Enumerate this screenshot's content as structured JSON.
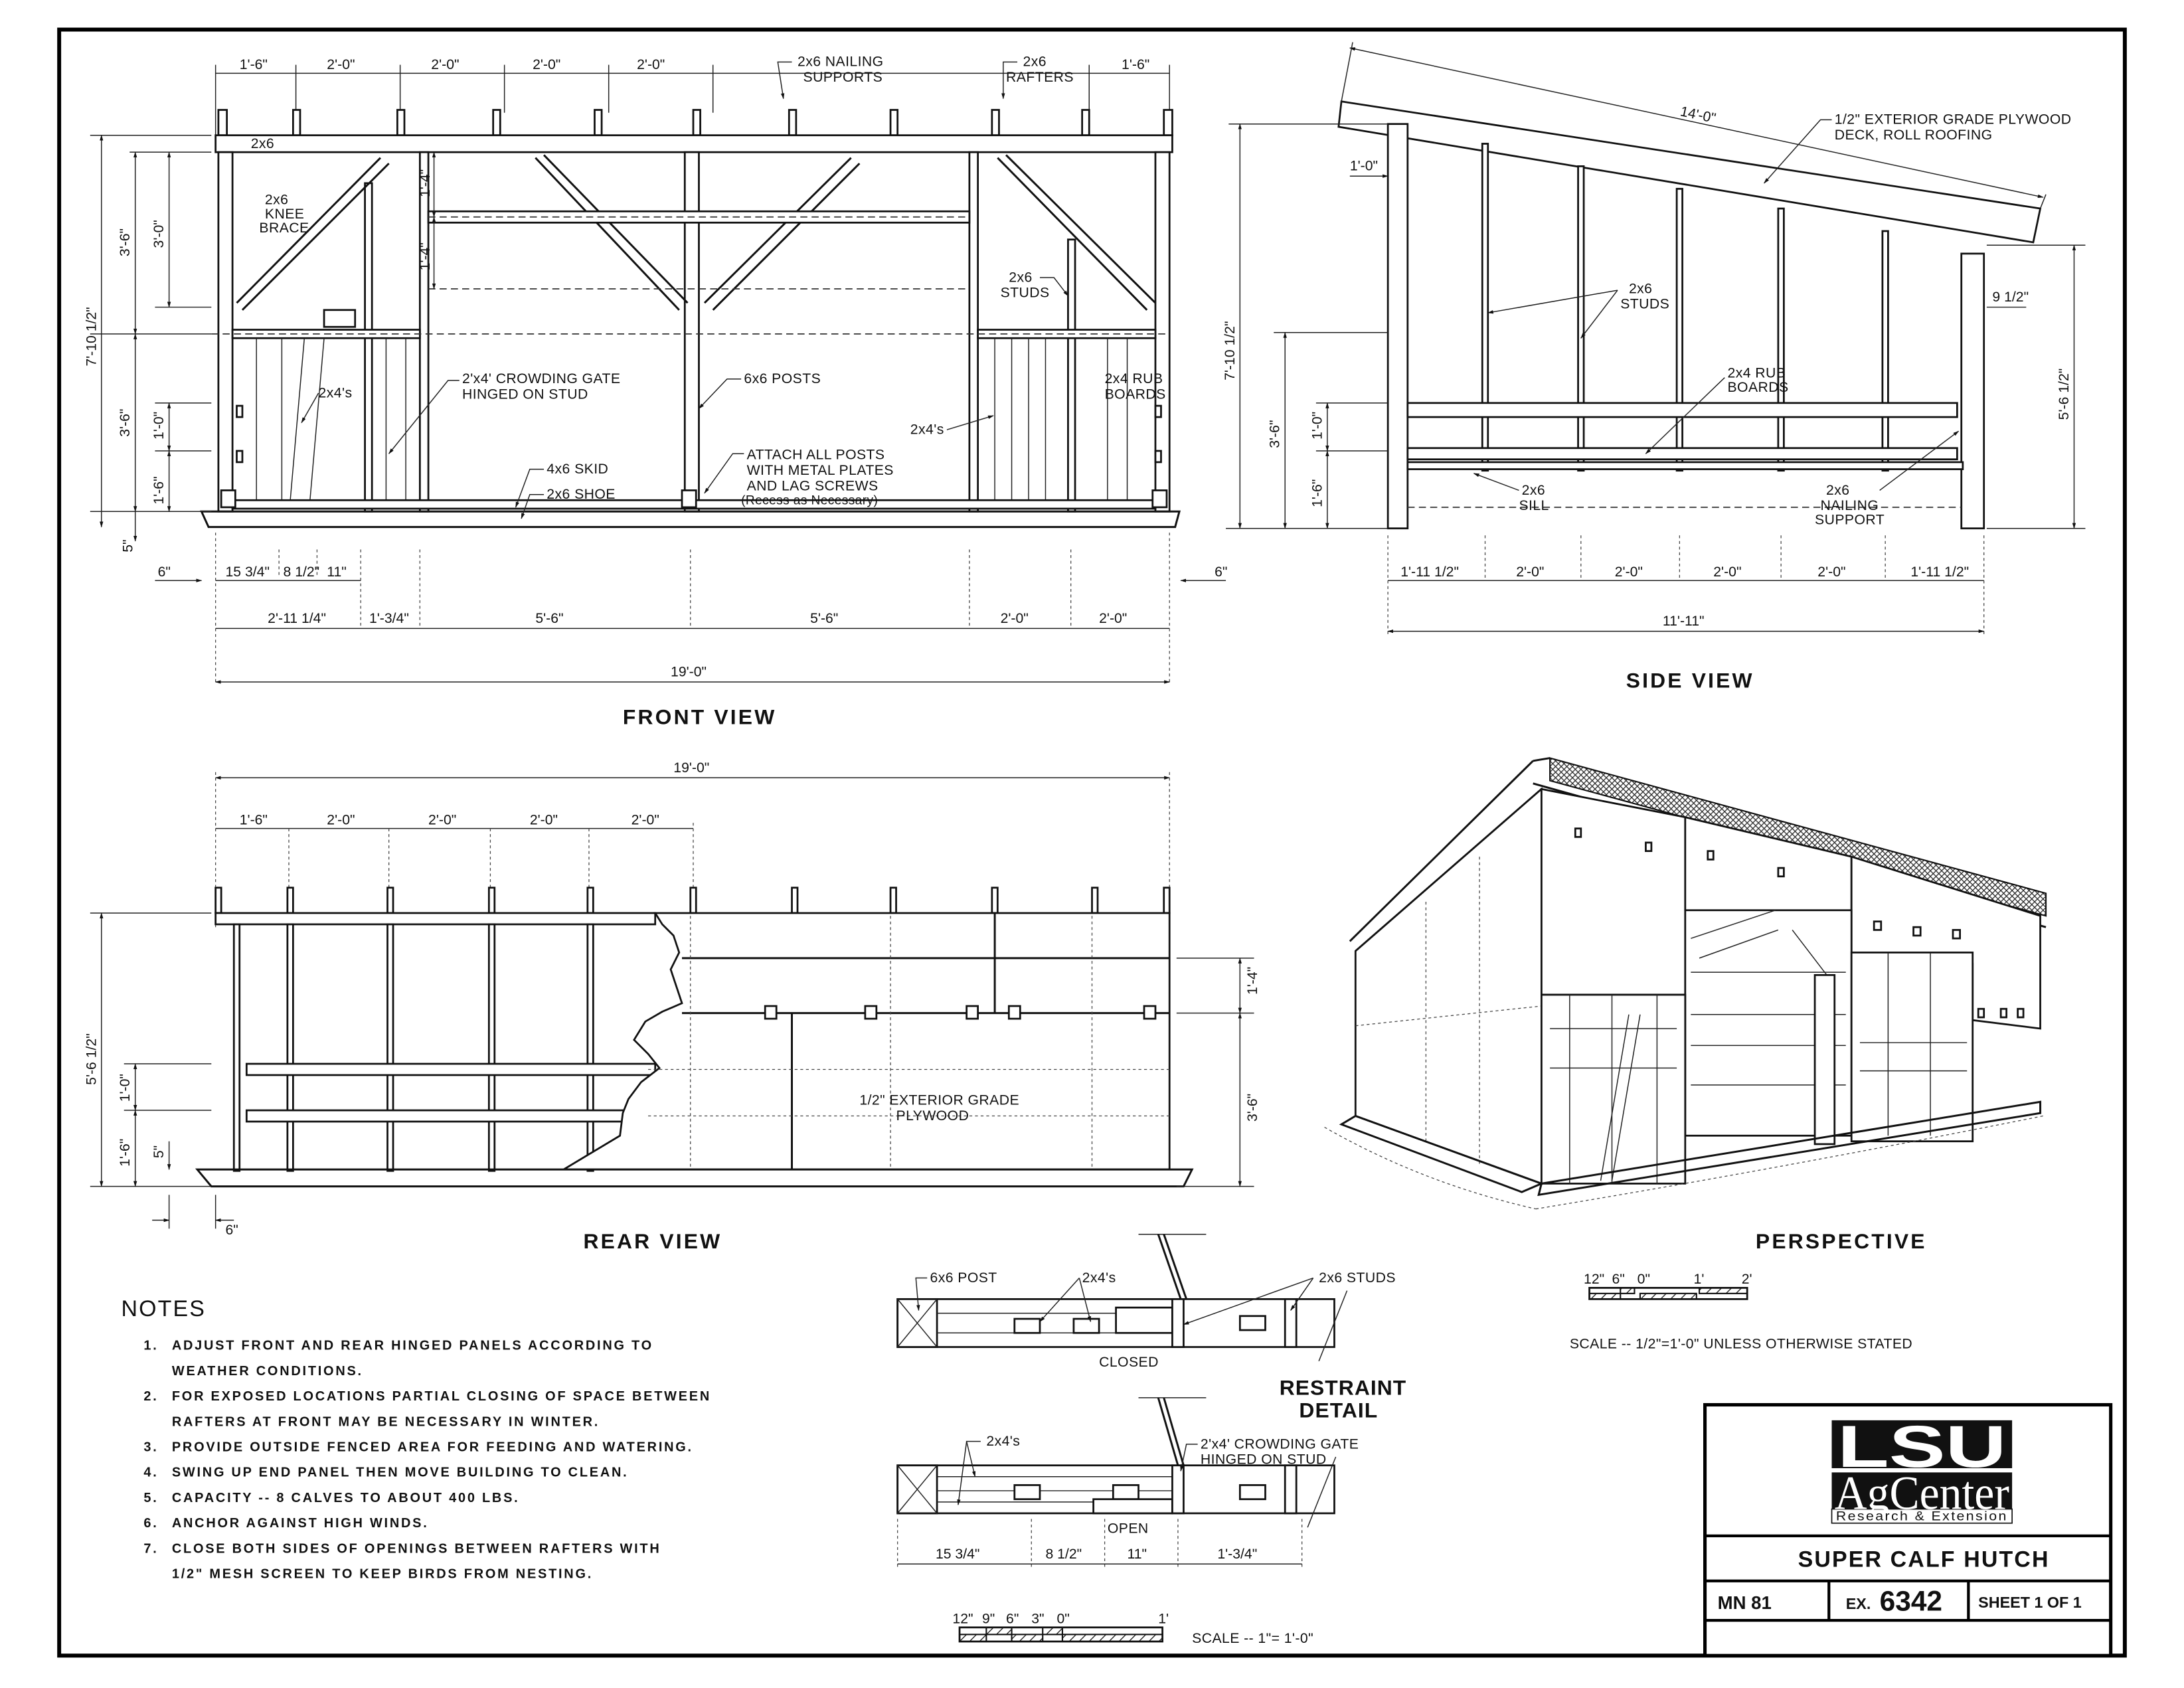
{
  "sheet": {
    "title": "SUPER CALF HUTCH",
    "drawing_number": "MN 81",
    "extension_number_prefix": "EX.",
    "extension_number": "6342",
    "sheet_label": "SHEET 1 OF 1",
    "logo": {
      "line1": "LSU",
      "line2": "AgCenter",
      "line3": "Research & Extension"
    },
    "scale_note": "SCALE -- 1/2\"=1'-0\" UNLESS OTHERWISE STATED"
  },
  "front_view": {
    "title": "FRONT VIEW",
    "top_dims": [
      "1'-6\"",
      "2'-0\"",
      "2'-0\"",
      "2'-0\"",
      "2'-0\"",
      "1'-6\""
    ],
    "labels": {
      "nailing_supports": [
        "2x6 NAILING",
        "SUPPORTS"
      ],
      "rafters": [
        "2x6",
        "RAFTERS"
      ],
      "top_plate": "2x6",
      "knee_brace": [
        "2x6",
        "KNEE",
        "BRACE"
      ],
      "studs": [
        "2x6",
        "STUDS"
      ],
      "crowding_gate": [
        "2'x4' CROWDING GATE",
        "HINGED ON STUD"
      ],
      "posts": "6x6 POSTS",
      "two_by_fours_left": "2x4's",
      "two_by_fours_right": "2x4's",
      "rub_boards": [
        "2x4 RUB",
        "BOARDS"
      ],
      "skid": "4x6 SKID",
      "shoe": "2x6 SHOE",
      "attach_note": [
        "ATTACH ALL POSTS",
        "WITH METAL PLATES",
        "AND LAG SCREWS",
        "(Recess as Necessary)"
      ]
    },
    "vertical_dims": {
      "overall": "7'-10 1/2\"",
      "upper": "3'-6\"",
      "upper_inner": "3'-0\"",
      "lower": "3'-6\"",
      "lower_mid": "1'-0\"",
      "lower_bottom": "1'-6\"",
      "gate_upper": "1'-4\"",
      "gate_lower": "1'-4\"",
      "skid": "5\""
    },
    "bottom_dims_row1": [
      "6\"",
      "15 3/4\"",
      "8 1/2\"",
      "11\"",
      "6\""
    ],
    "bottom_dims_row2": [
      "2'-11 1/4\"",
      "1'-3/4\"",
      "5'-6\"",
      "5'-6\"",
      "2'-0\"",
      "2'-0\""
    ],
    "overall_width": "19'-0\""
  },
  "side_view": {
    "title": "SIDE VIEW",
    "roof_length": "14'-0\"",
    "roof_note": [
      "1/2\" EXTERIOR GRADE PLYWOOD",
      "DECK, ROLL ROOFING"
    ],
    "overhang": "1'-0\"",
    "rear_drop": "9 1/2\"",
    "labels": {
      "studs": [
        "2x6",
        "STUDS"
      ],
      "rub_boards": [
        "2x4 RUB",
        "BOARDS"
      ],
      "sill": [
        "2x6",
        "SILL"
      ],
      "nailing_support": [
        "2x6",
        "NAILING",
        "SUPPORT"
      ]
    },
    "vertical_dims": {
      "overall": "7'-10 1/2\"",
      "lower": "3'-6\"",
      "mid": "1'-0\"",
      "bottom": "1'-6\"",
      "rear_height": "5'-6 1/2\""
    },
    "bottom_dims": [
      "1'-11 1/2\"",
      "2'-0\"",
      "2'-0\"",
      "2'-0\"",
      "2'-0\"",
      "1'-11 1/2\""
    ],
    "overall_depth": "11'-11\""
  },
  "rear_view": {
    "title": "REAR VIEW",
    "overall_width": "19'-0\"",
    "top_dims": [
      "1'-6\"",
      "2'-0\"",
      "2'-0\"",
      "2'-0\"",
      "2'-0\""
    ],
    "plywood_note": [
      "1/2\" EXTERIOR GRADE",
      "PLYWOOD"
    ],
    "vertical_dims": {
      "overall": "5'-6 1/2\"",
      "mid": "1'-0\"",
      "bottom": "1'-6\"",
      "skid": "5\"",
      "right_upper": "1'-4\"",
      "right_lower": "3'-6\""
    },
    "offset": "6\""
  },
  "perspective": {
    "title": "PERSPECTIVE",
    "scale_bar_ticks": [
      "12\"",
      "6\"",
      "0\"",
      "1'",
      "2'"
    ]
  },
  "restraint_detail": {
    "title": [
      "RESTRAINT",
      "DETAIL"
    ],
    "closed_label": "CLOSED",
    "open_label": "OPEN",
    "labels": {
      "post": "6x6 POST",
      "two_by_fours_closed": "2x4's",
      "studs": "2x6 STUDS",
      "two_by_fours_open": "2x4's",
      "gate": [
        "2'x4' CROWDING GATE",
        "HINGED ON STUD"
      ]
    },
    "dims": [
      "15 3/4\"",
      "8 1/2\"",
      "11\"",
      "1'-3/4\""
    ],
    "scale_bar_ticks": [
      "12\"",
      "9\"",
      "6\"",
      "3\"",
      "0\"",
      "1'"
    ],
    "scale_note": "SCALE -- 1\"= 1'-0\""
  },
  "notes": {
    "heading": "NOTES",
    "items": [
      {
        "num": "1.",
        "lines": [
          "ADJUST FRONT AND REAR HINGED PANELS ACCORDING TO",
          "WEATHER CONDITIONS."
        ]
      },
      {
        "num": "2.",
        "lines": [
          "FOR EXPOSED LOCATIONS PARTIAL CLOSING OF SPACE BETWEEN",
          "RAFTERS AT FRONT MAY BE NECESSARY IN WINTER."
        ]
      },
      {
        "num": "3.",
        "lines": [
          "PROVIDE OUTSIDE FENCED AREA FOR FEEDING AND WATERING."
        ]
      },
      {
        "num": "4.",
        "lines": [
          "SWING UP END PANEL THEN MOVE BUILDING TO CLEAN."
        ]
      },
      {
        "num": "5.",
        "lines": [
          "CAPACITY -- 8 CALVES TO ABOUT 400 LBS."
        ]
      },
      {
        "num": "6.",
        "lines": [
          "ANCHOR AGAINST HIGH WINDS."
        ]
      },
      {
        "num": "7.",
        "lines": [
          "CLOSE BOTH SIDES OF OPENINGS BETWEEN RAFTERS WITH",
          "1/2\" MESH SCREEN TO KEEP BIRDS FROM NESTING."
        ]
      }
    ]
  },
  "colors": {
    "ink": "#111111",
    "paper": "#ffffff",
    "logo_bg": "#111111"
  }
}
